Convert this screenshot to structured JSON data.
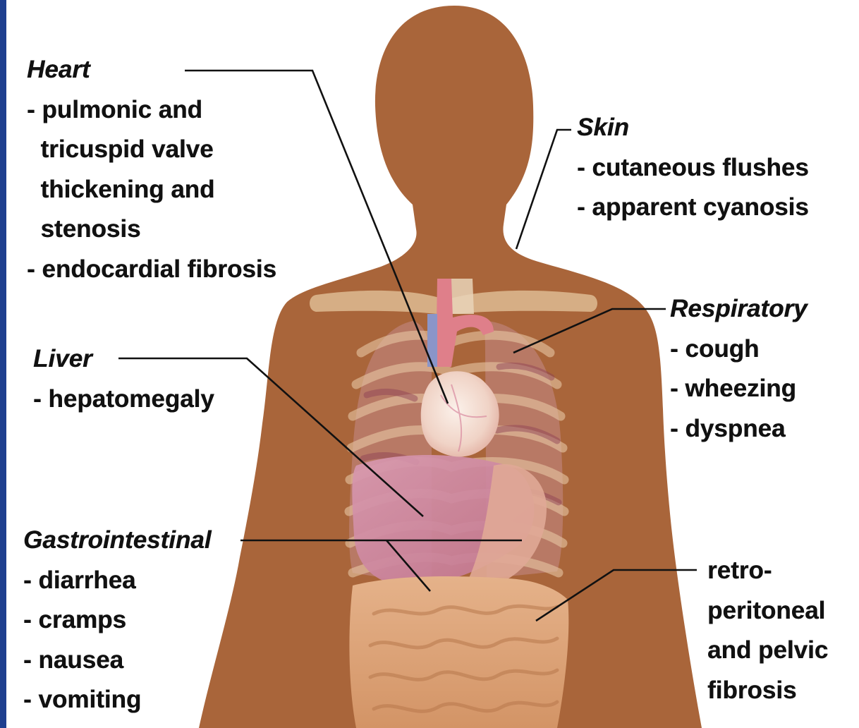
{
  "colors": {
    "skin": "#a9653a",
    "edge_bar": "#1e3f8f",
    "leader_line": "#111111"
  },
  "labels": {
    "heart": {
      "title": "Heart",
      "items": [
        "- pulmonic and",
        "  tricuspid valve",
        "  thickening and",
        "  stenosis",
        "- endocardial fibrosis"
      ]
    },
    "skin": {
      "title": "Skin",
      "items": [
        "- cutaneous flushes",
        "- apparent cyanosis"
      ]
    },
    "respiratory": {
      "title": "Respiratory",
      "items": [
        "- cough",
        "- wheezing",
        "- dyspnea"
      ]
    },
    "liver": {
      "title": "Liver",
      "items": [
        "- hepatomegaly"
      ]
    },
    "gastrointestinal": {
      "title": "Gastrointestinal",
      "items": [
        "- diarrhea",
        "- cramps",
        "- nausea",
        "- vomiting"
      ]
    },
    "retroperitoneal": {
      "items": [
        "retro-",
        "peritoneal",
        "and pelvic",
        "fibrosis"
      ]
    }
  }
}
